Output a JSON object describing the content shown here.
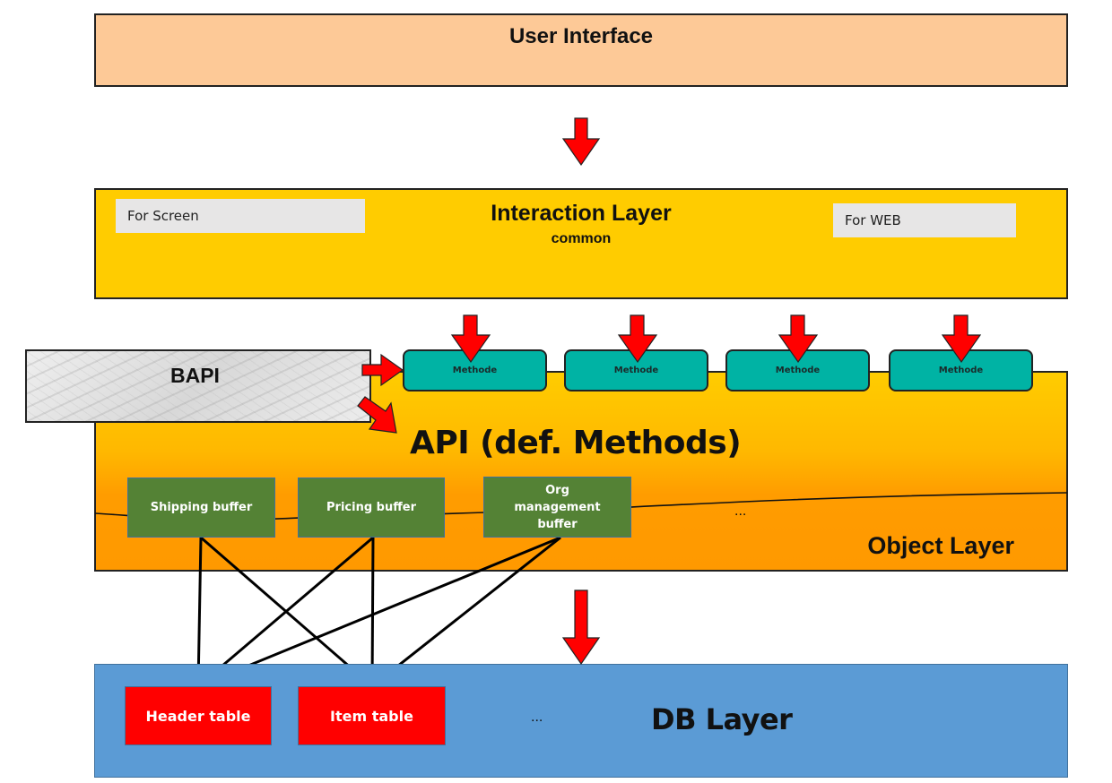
{
  "layers": {
    "user_interface": {
      "title": "User Interface",
      "color": "#fdc997"
    },
    "interaction": {
      "title": "Interaction Layer",
      "subtitle": "common",
      "color": "#ffcc00",
      "boxes": [
        {
          "label": "For Screen"
        },
        {
          "label": "For WEB"
        }
      ]
    },
    "api": {
      "title": "API (def. Methods)"
    },
    "object": {
      "title": "Object Layer",
      "ellipsis": "..."
    },
    "db": {
      "title": "DB Layer",
      "color": "#5b9bd5",
      "ellipsis": "..."
    }
  },
  "bapi": {
    "label": "BAPI"
  },
  "methods": [
    {
      "label": "Methode"
    },
    {
      "label": "Methode"
    },
    {
      "label": "Methode"
    },
    {
      "label": "Methode"
    }
  ],
  "buffers": [
    {
      "label": "Shipping buffer"
    },
    {
      "label": "Pricing buffer"
    },
    {
      "label": "Org management buffer"
    }
  ],
  "tables": [
    {
      "label": "Header table"
    },
    {
      "label": "Item table"
    }
  ],
  "connections": [
    {
      "from": "Shipping buffer",
      "to": "Header table"
    },
    {
      "from": "Shipping buffer",
      "to": "Item table"
    },
    {
      "from": "Pricing buffer",
      "to": "Header table"
    },
    {
      "from": "Pricing buffer",
      "to": "Item table"
    },
    {
      "from": "Org management buffer",
      "to": "Header table"
    },
    {
      "from": "Org management buffer",
      "to": "Item table"
    }
  ],
  "colors": {
    "arrow": "#ff0000",
    "method": "#00b3a4",
    "buffer": "#548235",
    "table": "#ff0000"
  }
}
